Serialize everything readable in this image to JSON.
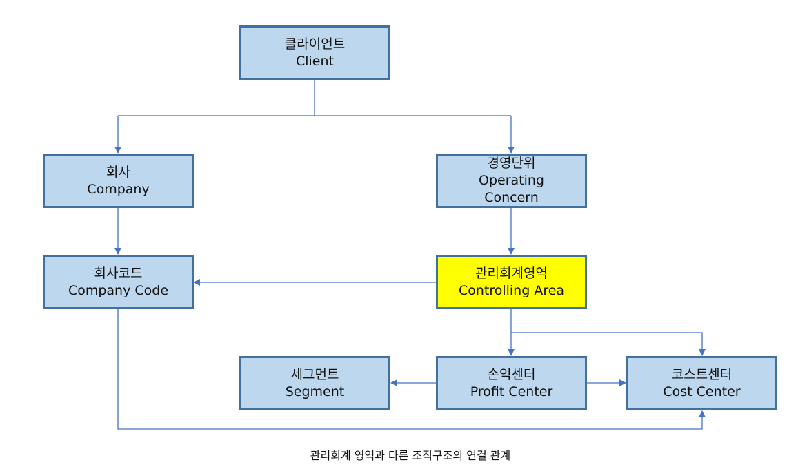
{
  "nodes": {
    "client": {
      "ko": "클라이언트",
      "en": "Client"
    },
    "company": {
      "ko": "회사",
      "en": "Company"
    },
    "operating_concern": {
      "ko": "경영단위",
      "en": "Operating",
      "en2": "Concern"
    },
    "company_code": {
      "ko": "회사코드",
      "en": "Company Code"
    },
    "controlling_area": {
      "ko": "관리회계영역",
      "en": "Controlling Area"
    },
    "segment": {
      "ko": "세그먼트",
      "en": "Segment"
    },
    "profit_center": {
      "ko": "손익센터",
      "en": "Profit Center"
    },
    "cost_center": {
      "ko": "코스트센터",
      "en": "Cost Center"
    }
  },
  "caption": "관리회계 영역과 다른 조직구조의 연결 관계",
  "colors": {
    "box_fill": "#BDD7EE",
    "box_border": "#41719C",
    "highlight": "#FFFF00",
    "connector": "#4472C4"
  }
}
